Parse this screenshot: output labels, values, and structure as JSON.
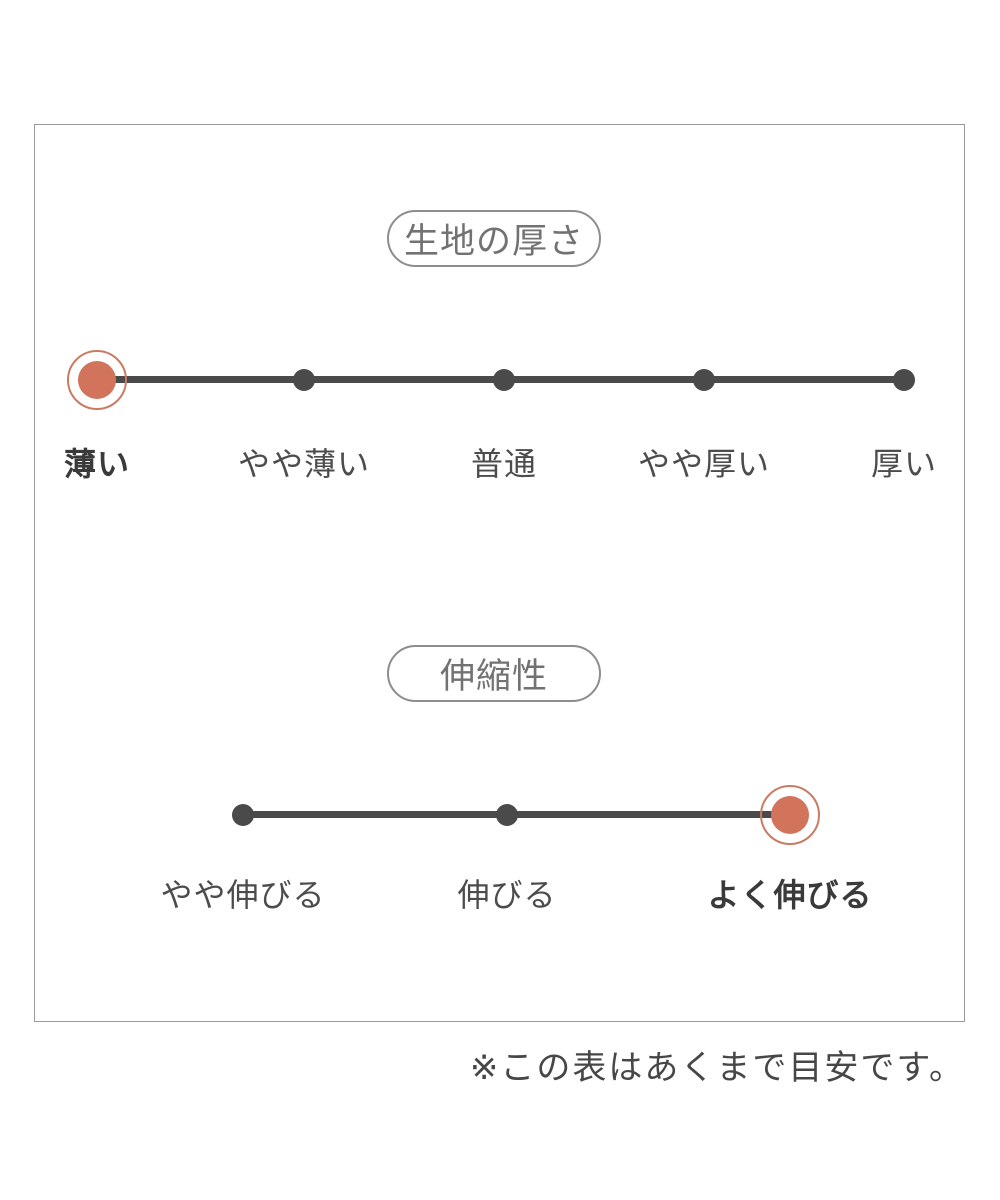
{
  "page": {
    "footnote": "※この表はあくまで目安です。"
  },
  "colors": {
    "accent_orange": "#d2735b",
    "accent_ring": "#ca7b64",
    "scale_dark_gray": "#4a4a4a",
    "title_gray": "#727272",
    "box_border_gray": "#9a9a9a"
  },
  "chart_data": [
    {
      "type": "rating-scale",
      "title": "生地の厚さ",
      "categories": [
        "薄い",
        "やや薄い",
        "普通",
        "やや厚い",
        "厚い"
      ],
      "selected": "薄い",
      "selected_index": 0,
      "marker_color": "#d2735b",
      "legend_position": "none",
      "grid": false
    },
    {
      "type": "rating-scale",
      "title": "伸縮性",
      "categories": [
        "やや伸びる",
        "伸びる",
        "よく伸びる"
      ],
      "selected": "よく伸びる",
      "selected_index": 2,
      "marker_color": "#d2735b",
      "legend_position": "none",
      "grid": false
    }
  ]
}
